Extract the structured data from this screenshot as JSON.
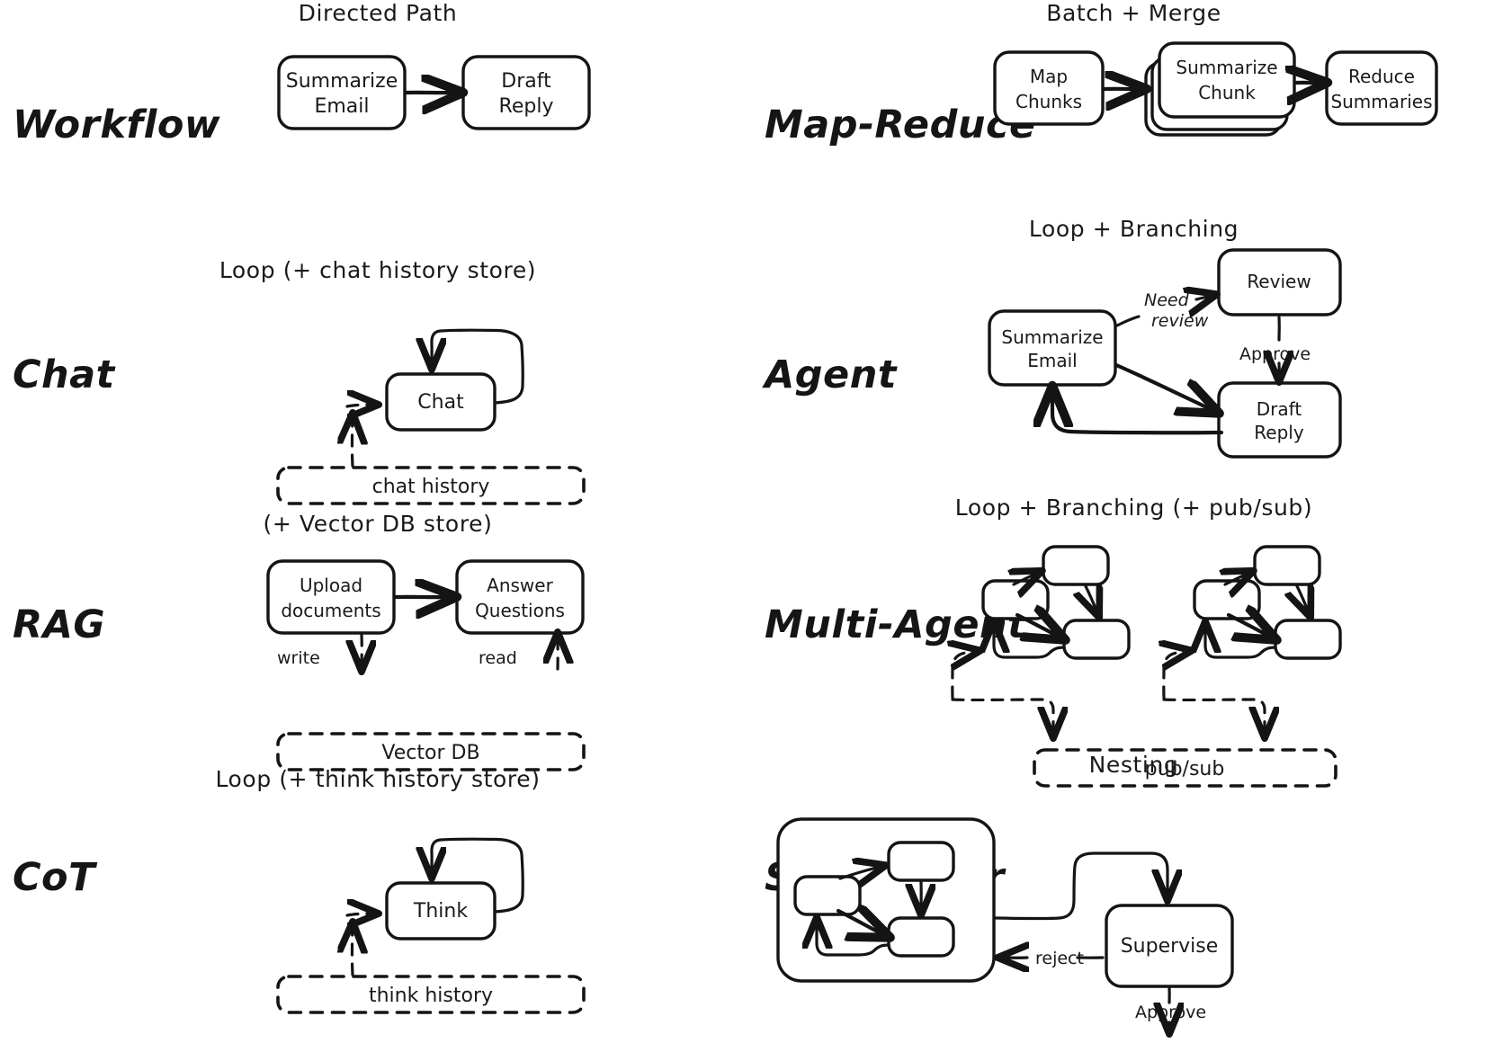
{
  "diagram": {
    "title_style": "hand-drawn",
    "stroke_color": "#141414",
    "background": "#ffffff",
    "rows": [
      {
        "left": {
          "label": "Workflow",
          "caption": "Directed Path"
        },
        "right": {
          "label": "Map-Reduce",
          "caption": "Batch + Merge"
        }
      },
      {
        "left": {
          "label": "Chat",
          "caption": "Loop (+ chat history store)"
        },
        "right": {
          "label": "Agent",
          "caption": "Loop + Branching"
        }
      },
      {
        "left": {
          "label": "RAG",
          "caption": "(+ Vector DB store)"
        },
        "right": {
          "label": "Multi-Agent",
          "caption": "Loop + Branching (+ pub/sub)"
        }
      },
      {
        "left": {
          "label": "CoT",
          "caption": "Loop (+ think history store)"
        },
        "right": {
          "label": "Supervisor",
          "caption": "Nesting"
        }
      }
    ]
  },
  "workflow": {
    "nodes": [
      {
        "id": "summarize",
        "line1": "Summarize",
        "line2": "Email"
      },
      {
        "id": "draft",
        "line1": "Draft",
        "line2": "Reply"
      }
    ]
  },
  "map_reduce": {
    "nodes": [
      {
        "id": "map",
        "line1": "Map",
        "line2": "Chunks"
      },
      {
        "id": "chunk",
        "line1": "Summarize",
        "line2": "Chunk",
        "stacked": true
      },
      {
        "id": "reduce",
        "line1": "Reduce",
        "line2": "Summaries"
      }
    ]
  },
  "chat": {
    "node": "Chat",
    "store": "chat history"
  },
  "agent": {
    "nodes": [
      {
        "id": "summarize",
        "line1": "Summarize",
        "line2": "Email"
      },
      {
        "id": "review",
        "line1": "Review",
        "line2": ""
      },
      {
        "id": "draft",
        "line1": "Draft",
        "line2": "Reply"
      }
    ],
    "edges": [
      {
        "id": "need-review",
        "label_line1": "Need",
        "label_line2": "review"
      },
      {
        "id": "approve",
        "label_line1": "Approve",
        "label_line2": ""
      }
    ]
  },
  "rag": {
    "nodes": [
      {
        "id": "upload",
        "line1": "Upload",
        "line2": "documents"
      },
      {
        "id": "answer",
        "line1": "Answer",
        "line2": "Questions"
      }
    ],
    "store": "Vector DB",
    "edges": [
      {
        "id": "write",
        "label": "write"
      },
      {
        "id": "read",
        "label": "read"
      }
    ]
  },
  "multi_agent": {
    "store": "pub/sub",
    "clusters": 2,
    "nodes_per_cluster": 3
  },
  "supervisor": {
    "supervise_node": "Supervise",
    "edges": [
      {
        "id": "reject",
        "label": "reject"
      },
      {
        "id": "approve",
        "label": "Approve"
      }
    ],
    "nested_nodes": 3
  }
}
